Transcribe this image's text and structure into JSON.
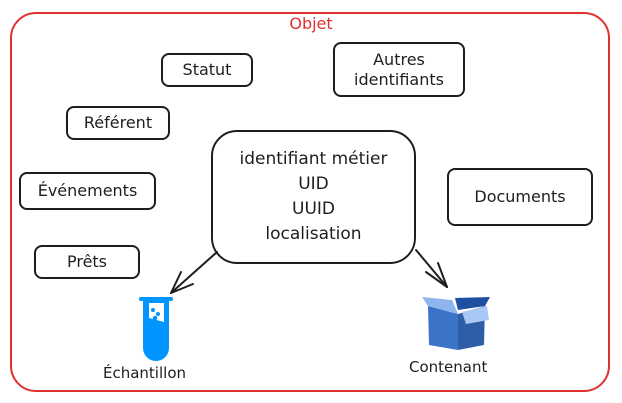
{
  "frame": {
    "title": "Objet",
    "color": "#e03131"
  },
  "boxes": {
    "statut": "Statut",
    "referent": "Référent",
    "evenements": "Événements",
    "prets": "Prêts",
    "autres_1": "Autres",
    "autres_2": "identifiants",
    "documents": "Documents"
  },
  "center": {
    "lines": [
      "identifiant métier",
      "UID",
      "UUID",
      "localisation"
    ]
  },
  "targets": {
    "echantillon": "Échantillon",
    "contenant": "Contenant"
  },
  "colors": {
    "tube": "#0095ff",
    "box_front": "#3b73c8",
    "box_side": "#2d5ea6",
    "box_flap": "#8fb5ee"
  }
}
